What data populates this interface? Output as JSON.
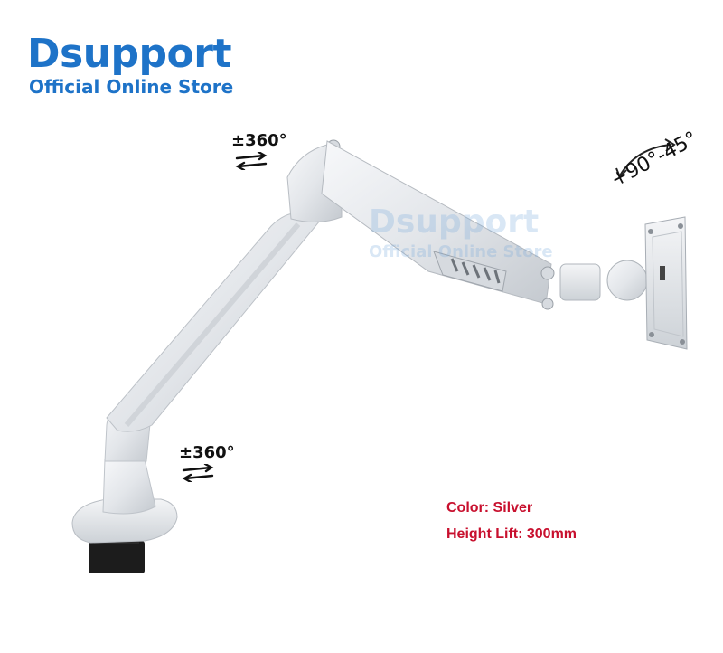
{
  "brand": {
    "title": "Dsupport",
    "subtitle": "Official Online Store"
  },
  "watermark": {
    "title": "Dsupport",
    "subtitle": "Official Online Store"
  },
  "rotation": {
    "top_label": "±360°",
    "bottom_label": "±360°"
  },
  "tilt": {
    "label": "+90°-45°"
  },
  "specs": {
    "color": "Color: Silver",
    "height_lift": "Height Lift: 300mm"
  },
  "colors": {
    "brand": "#1e73c8",
    "spec_text": "#c8102e",
    "arm_silver": "#e9ecef",
    "arm_shadow": "#c9ced4",
    "base_dark": "#1c1c1c"
  },
  "icons": {
    "rotation": "rotate-arrows-icon",
    "tilt": "tilt-arc-icon"
  }
}
